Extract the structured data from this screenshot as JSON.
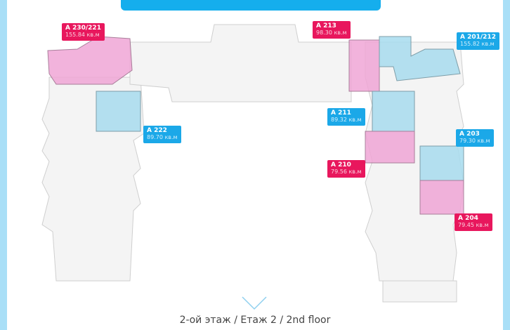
{
  "units": [
    {
      "name": "A 230/221",
      "area": "155.84 кв.м",
      "color": "#e8175d"
    },
    {
      "name": "A 213",
      "area": "98.30 кв.м",
      "color": "#e8175d"
    },
    {
      "name": "A 201/212",
      "area": "155.82 кв.м",
      "color": "#1ba8e8"
    },
    {
      "name": "A 222",
      "area": "89.70 кв.м",
      "color": "#1ba8e8"
    },
    {
      "name": "A 211",
      "area": "89.32 кв.м",
      "color": "#1ba8e8"
    },
    {
      "name": "A 203",
      "area": "79.30 кв.м",
      "color": "#1ba8e8"
    },
    {
      "name": "A 210",
      "area": "79.56 кв.м",
      "color": "#e8175d"
    },
    {
      "name": "A 204",
      "area": "79.45 кв.м",
      "color": "#e8175d"
    }
  ],
  "caption": "2-ой этаж / Етаж 2 / 2nd floor"
}
